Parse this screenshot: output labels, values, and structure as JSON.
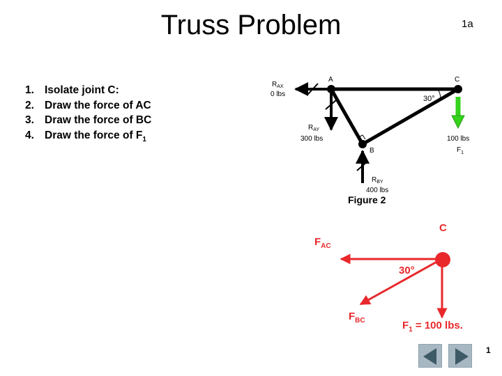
{
  "slide": {
    "title": "Truss Problem",
    "page_tag": "1a",
    "slide_number": "1"
  },
  "steps": [
    {
      "num": "1.",
      "text": "Isolate joint C:"
    },
    {
      "num": "2.",
      "text": "Draw the force of AC"
    },
    {
      "num": "3.",
      "text": "Draw the force of BC"
    },
    {
      "num": "4.",
      "text": "Draw the force of F",
      "sub": "1"
    }
  ],
  "figure2": {
    "caption": "Figure 2",
    "joint_labels": {
      "a": "A",
      "b": "B",
      "c": "C"
    },
    "angle": "30°",
    "rax": {
      "name": "R",
      "sub": "AX",
      "value": "0 lbs"
    },
    "ray": {
      "name": "R",
      "sub": "AY",
      "value": "300 lbs"
    },
    "rby": {
      "name": "R",
      "sub": "BY",
      "value": "400 lbs"
    },
    "f1": {
      "value": "100 lbs",
      "name": "F",
      "sub": "1"
    }
  },
  "fbd": {
    "joint_label": "C",
    "fac": {
      "name": "F",
      "sub": "AC"
    },
    "fbc": {
      "name": "F",
      "sub": "BC"
    },
    "angle": "30°",
    "f1": {
      "name": "F",
      "sub": "1",
      "rest": " = 100 lbs."
    },
    "color": "#e8282b"
  },
  "nav": {
    "prev_icon": "triangle-left-icon",
    "next_icon": "triangle-right-icon",
    "button_color": "#a7b8c3",
    "arrow_color": "#3d5a66"
  }
}
